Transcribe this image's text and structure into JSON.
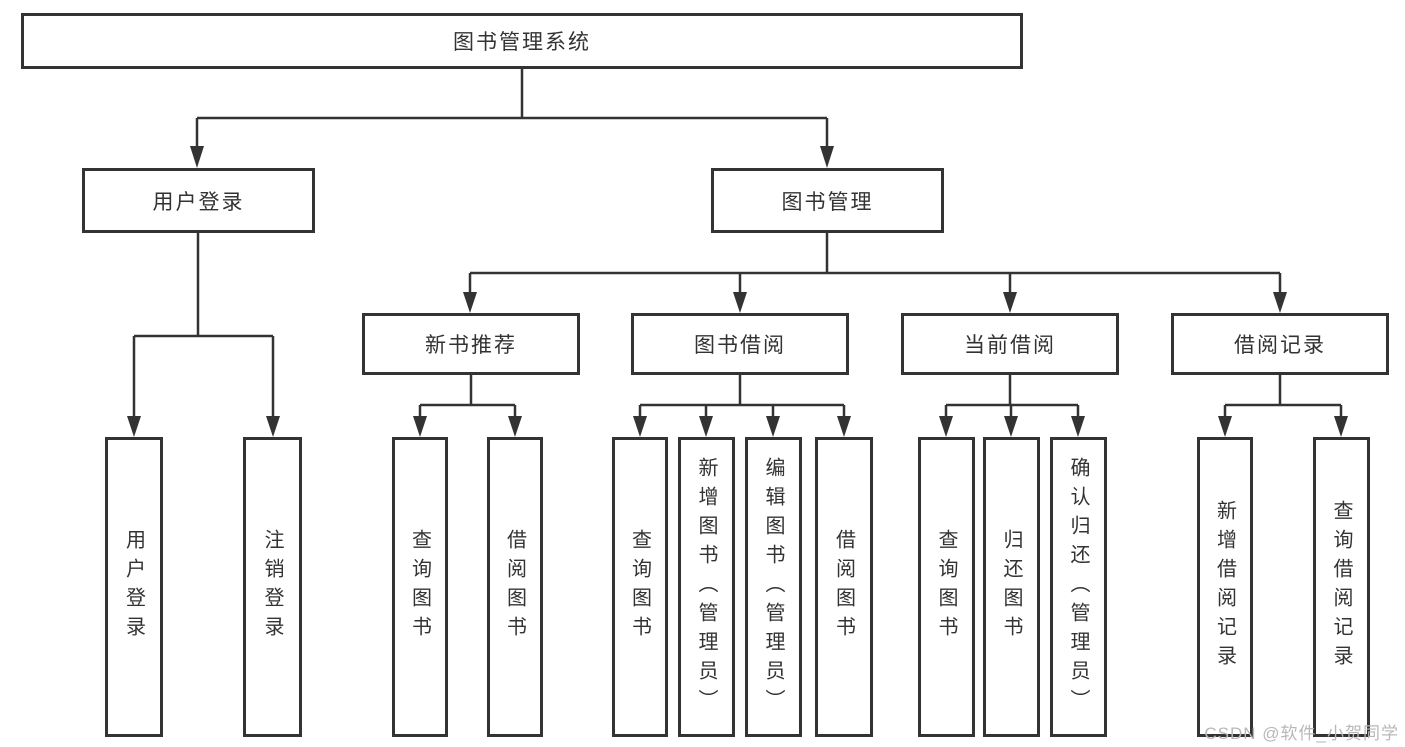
{
  "colors": {
    "line": "#333333",
    "box_border": "#333333",
    "text": "#333333",
    "watermark": "#b8b8b8",
    "background": "#ffffff"
  },
  "watermark": {
    "text": "CSDN @软件_小贺同学"
  },
  "tree": {
    "root": "图书管理系统",
    "children": [
      {
        "label": "用户登录",
        "children": [
          "用户登录",
          "注销登录"
        ]
      },
      {
        "label": "图书管理",
        "children": [
          {
            "label": "新书推荐",
            "children": [
              "查询图书",
              "借阅图书"
            ]
          },
          {
            "label": "图书借阅",
            "children": [
              "查询图书",
              "新增图书（管理员）",
              "编辑图书（管理员）",
              "借阅图书"
            ]
          },
          {
            "label": "当前借阅",
            "children": [
              "查询图书",
              "归还图书",
              "确认归还（管理员）"
            ]
          },
          {
            "label": "借阅记录",
            "children": [
              "新增借阅记录",
              "查询借阅记录"
            ]
          }
        ]
      }
    ]
  }
}
